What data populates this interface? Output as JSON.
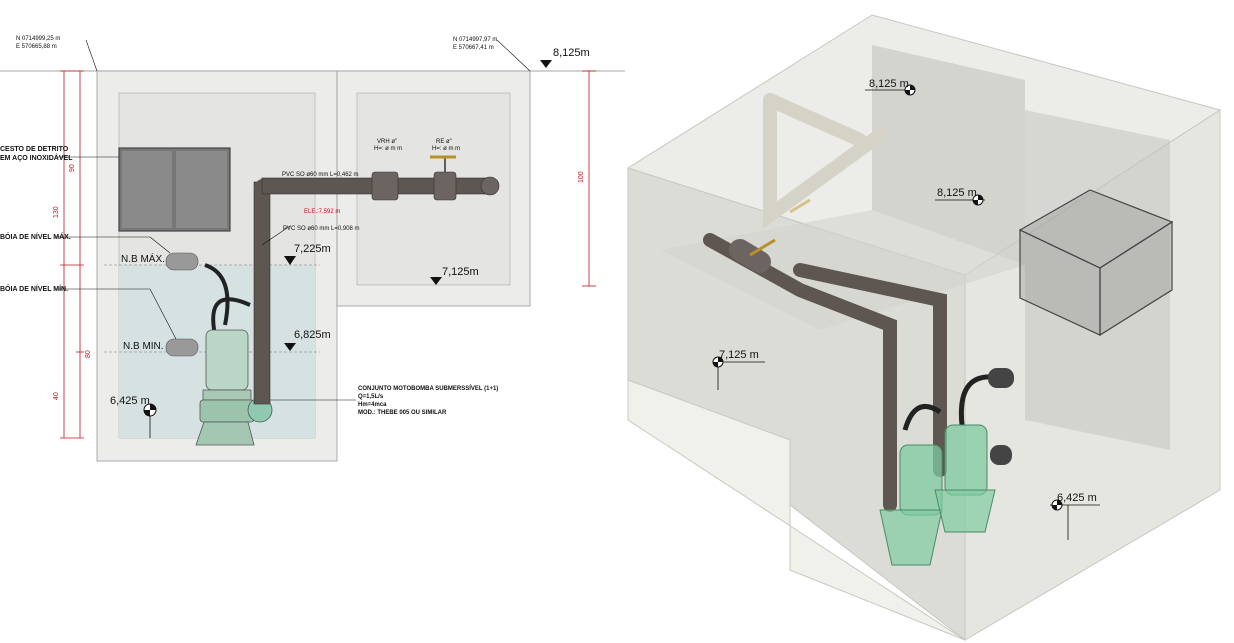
{
  "section": {
    "coord_left": {
      "north": "N 0714999,25 m",
      "east": "E 570665,88 m"
    },
    "coord_right": {
      "north": "N 0714997,97 m",
      "east": "E 570667,41 m"
    },
    "levels": {
      "top": "8,125m",
      "inlet": "7,225m",
      "valve_box_floor": "7,125m",
      "nb_min_level": "6,825m",
      "bottom": "6,425 m"
    },
    "labels": {
      "basket": [
        "CESTO DE DETRITO",
        "EM AÇO INOXIDÁVEL"
      ],
      "float_max": "BÓIA DE NÍVEL MÁX.",
      "float_min": "BÓIA DE NÍVEL MÍN.",
      "nb_max": "N.B MÁX.",
      "nb_min": "N.B MIN.",
      "pipe_horizontal": "PVC SO ø60 mm L=0,462 m",
      "pipe_vertical": "PVC SO ø60 mm L=0,908 m",
      "elevation": "ELE.:7,592 m",
      "check_valve": [
        "VRH ø\"",
        "H=: ø m m"
      ],
      "gate_valve": [
        "RE ø\"",
        "H=: ø m m"
      ],
      "pump_title": "CONJUNTO MOTOBOMBA SUBMERSSÍVEL (1+1)",
      "pump_flow": "Q=1,5L/s",
      "pump_head": "Hm=4mca",
      "pump_model": "MOD.: THEBE 005 OU SIMILAR"
    },
    "dimensions": {
      "d130": "130",
      "d90": "90",
      "d80": "80",
      "d40": "40",
      "d100": "100"
    }
  },
  "isometric": {
    "levels": {
      "top_left": "8,125 m",
      "top_right": "8,125 m",
      "mid": "7,125 m",
      "bottom": "6,425 m"
    }
  },
  "colors": {
    "pipe": "#5e5651",
    "pump": "#7fcba0",
    "dimension": "#c0141c",
    "concrete": "#e8e8e4",
    "water": "#d6e2e2"
  }
}
